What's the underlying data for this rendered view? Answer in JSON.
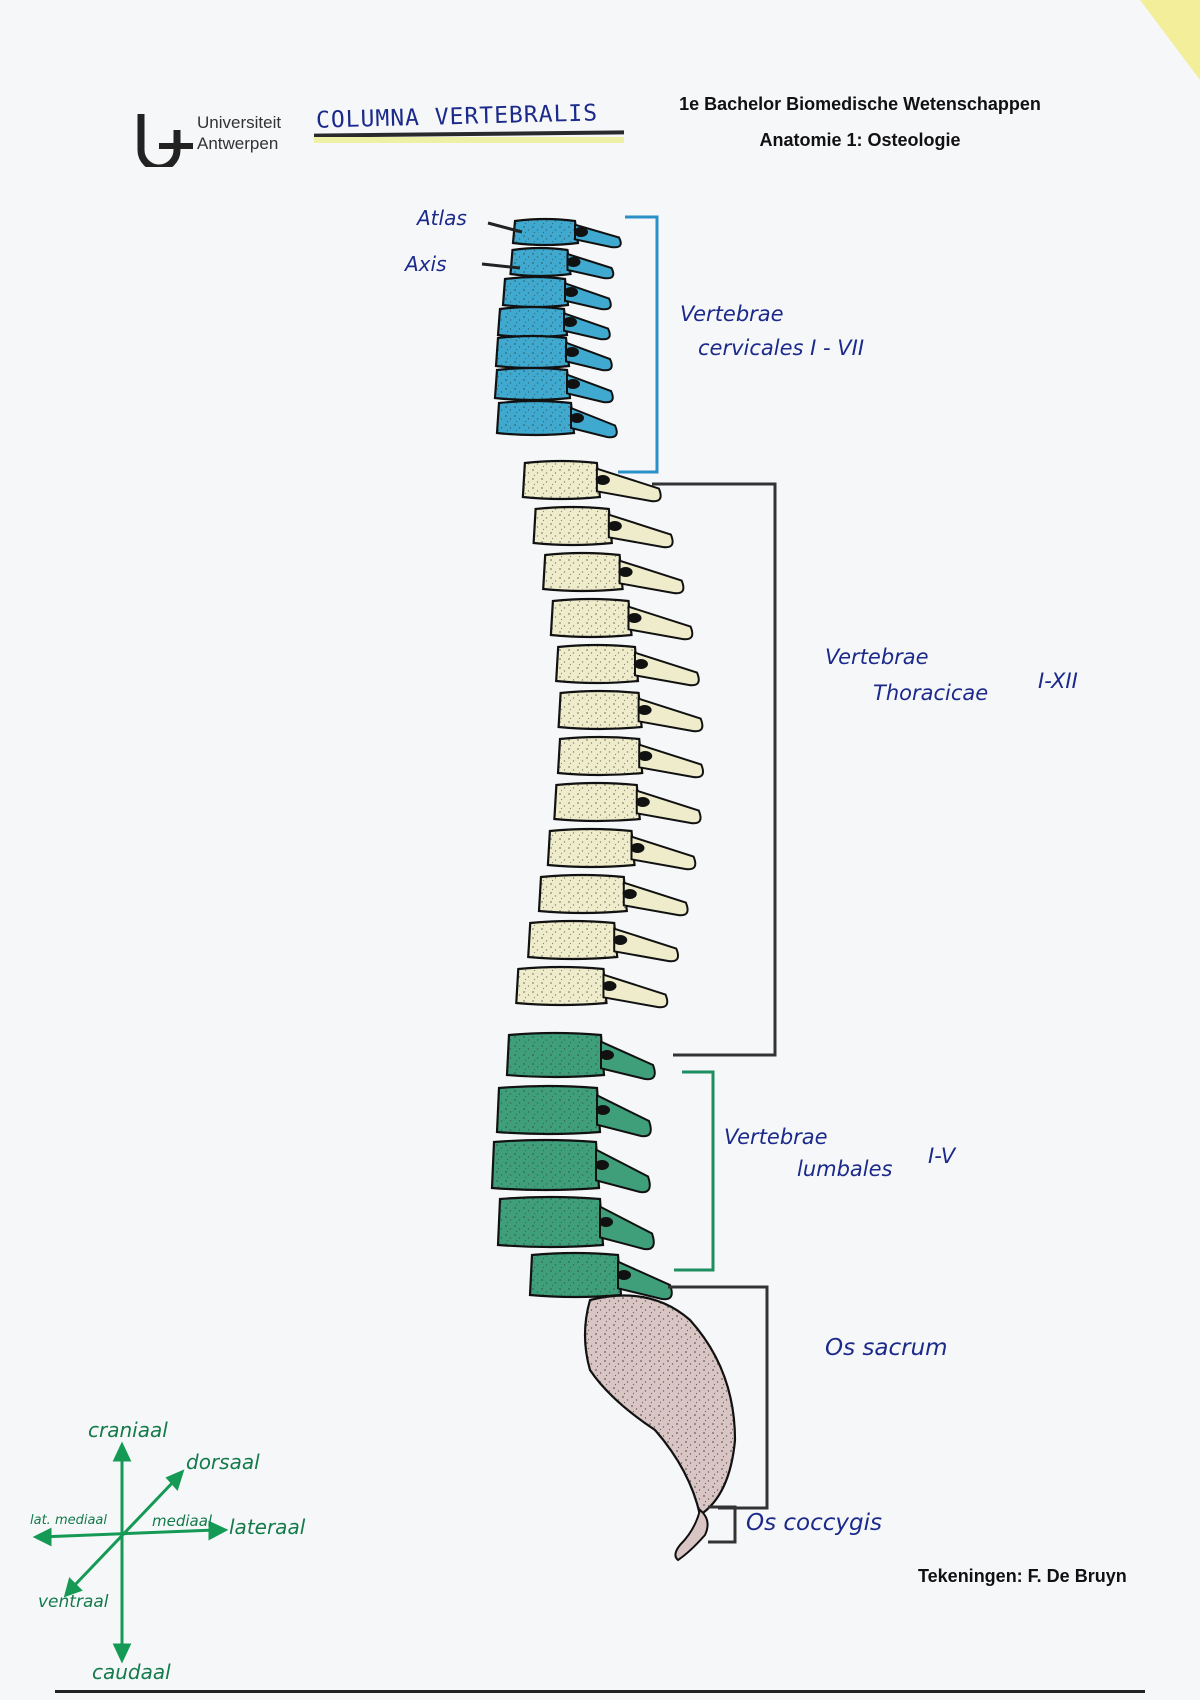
{
  "header": {
    "university_line1": "Universiteit",
    "university_line2": "Antwerpen",
    "title": "COLUMNA VERTEBRALIS",
    "course_line1": "1e Bachelor Biomedische Wetenschappen",
    "course_line2": "Anatomie 1: Osteologie"
  },
  "labels": {
    "atlas": "Atlas",
    "axis": "Axis",
    "cervical_1": "Vertebrae",
    "cervical_2": "cervicales I - VII",
    "thoracic_1": "Vertebrae",
    "thoracic_2": "Thoracicae",
    "thoracic_range": "I-XII",
    "lumbar_1": "Vertebrae",
    "lumbar_2": "lumbales",
    "lumbar_range": "I-V",
    "sacrum": "Os sacrum",
    "coccyx": "Os coccygis"
  },
  "compass": {
    "up": "craniaal",
    "diag_up": "dorsaal",
    "left": "lat. mediaal",
    "center": "mediaal",
    "right": "lateraal",
    "diag_down": "ventraal",
    "down": "caudaal"
  },
  "credit": "Tekeningen: F. De Bruyn",
  "colors": {
    "cervical": "#3fa9cf",
    "thoracic": "#eeeccb",
    "lumbar": "#3f9f7b",
    "sacrum": "#d9c6c4",
    "ink": "#1b2a8a",
    "compass": "#159a55"
  }
}
